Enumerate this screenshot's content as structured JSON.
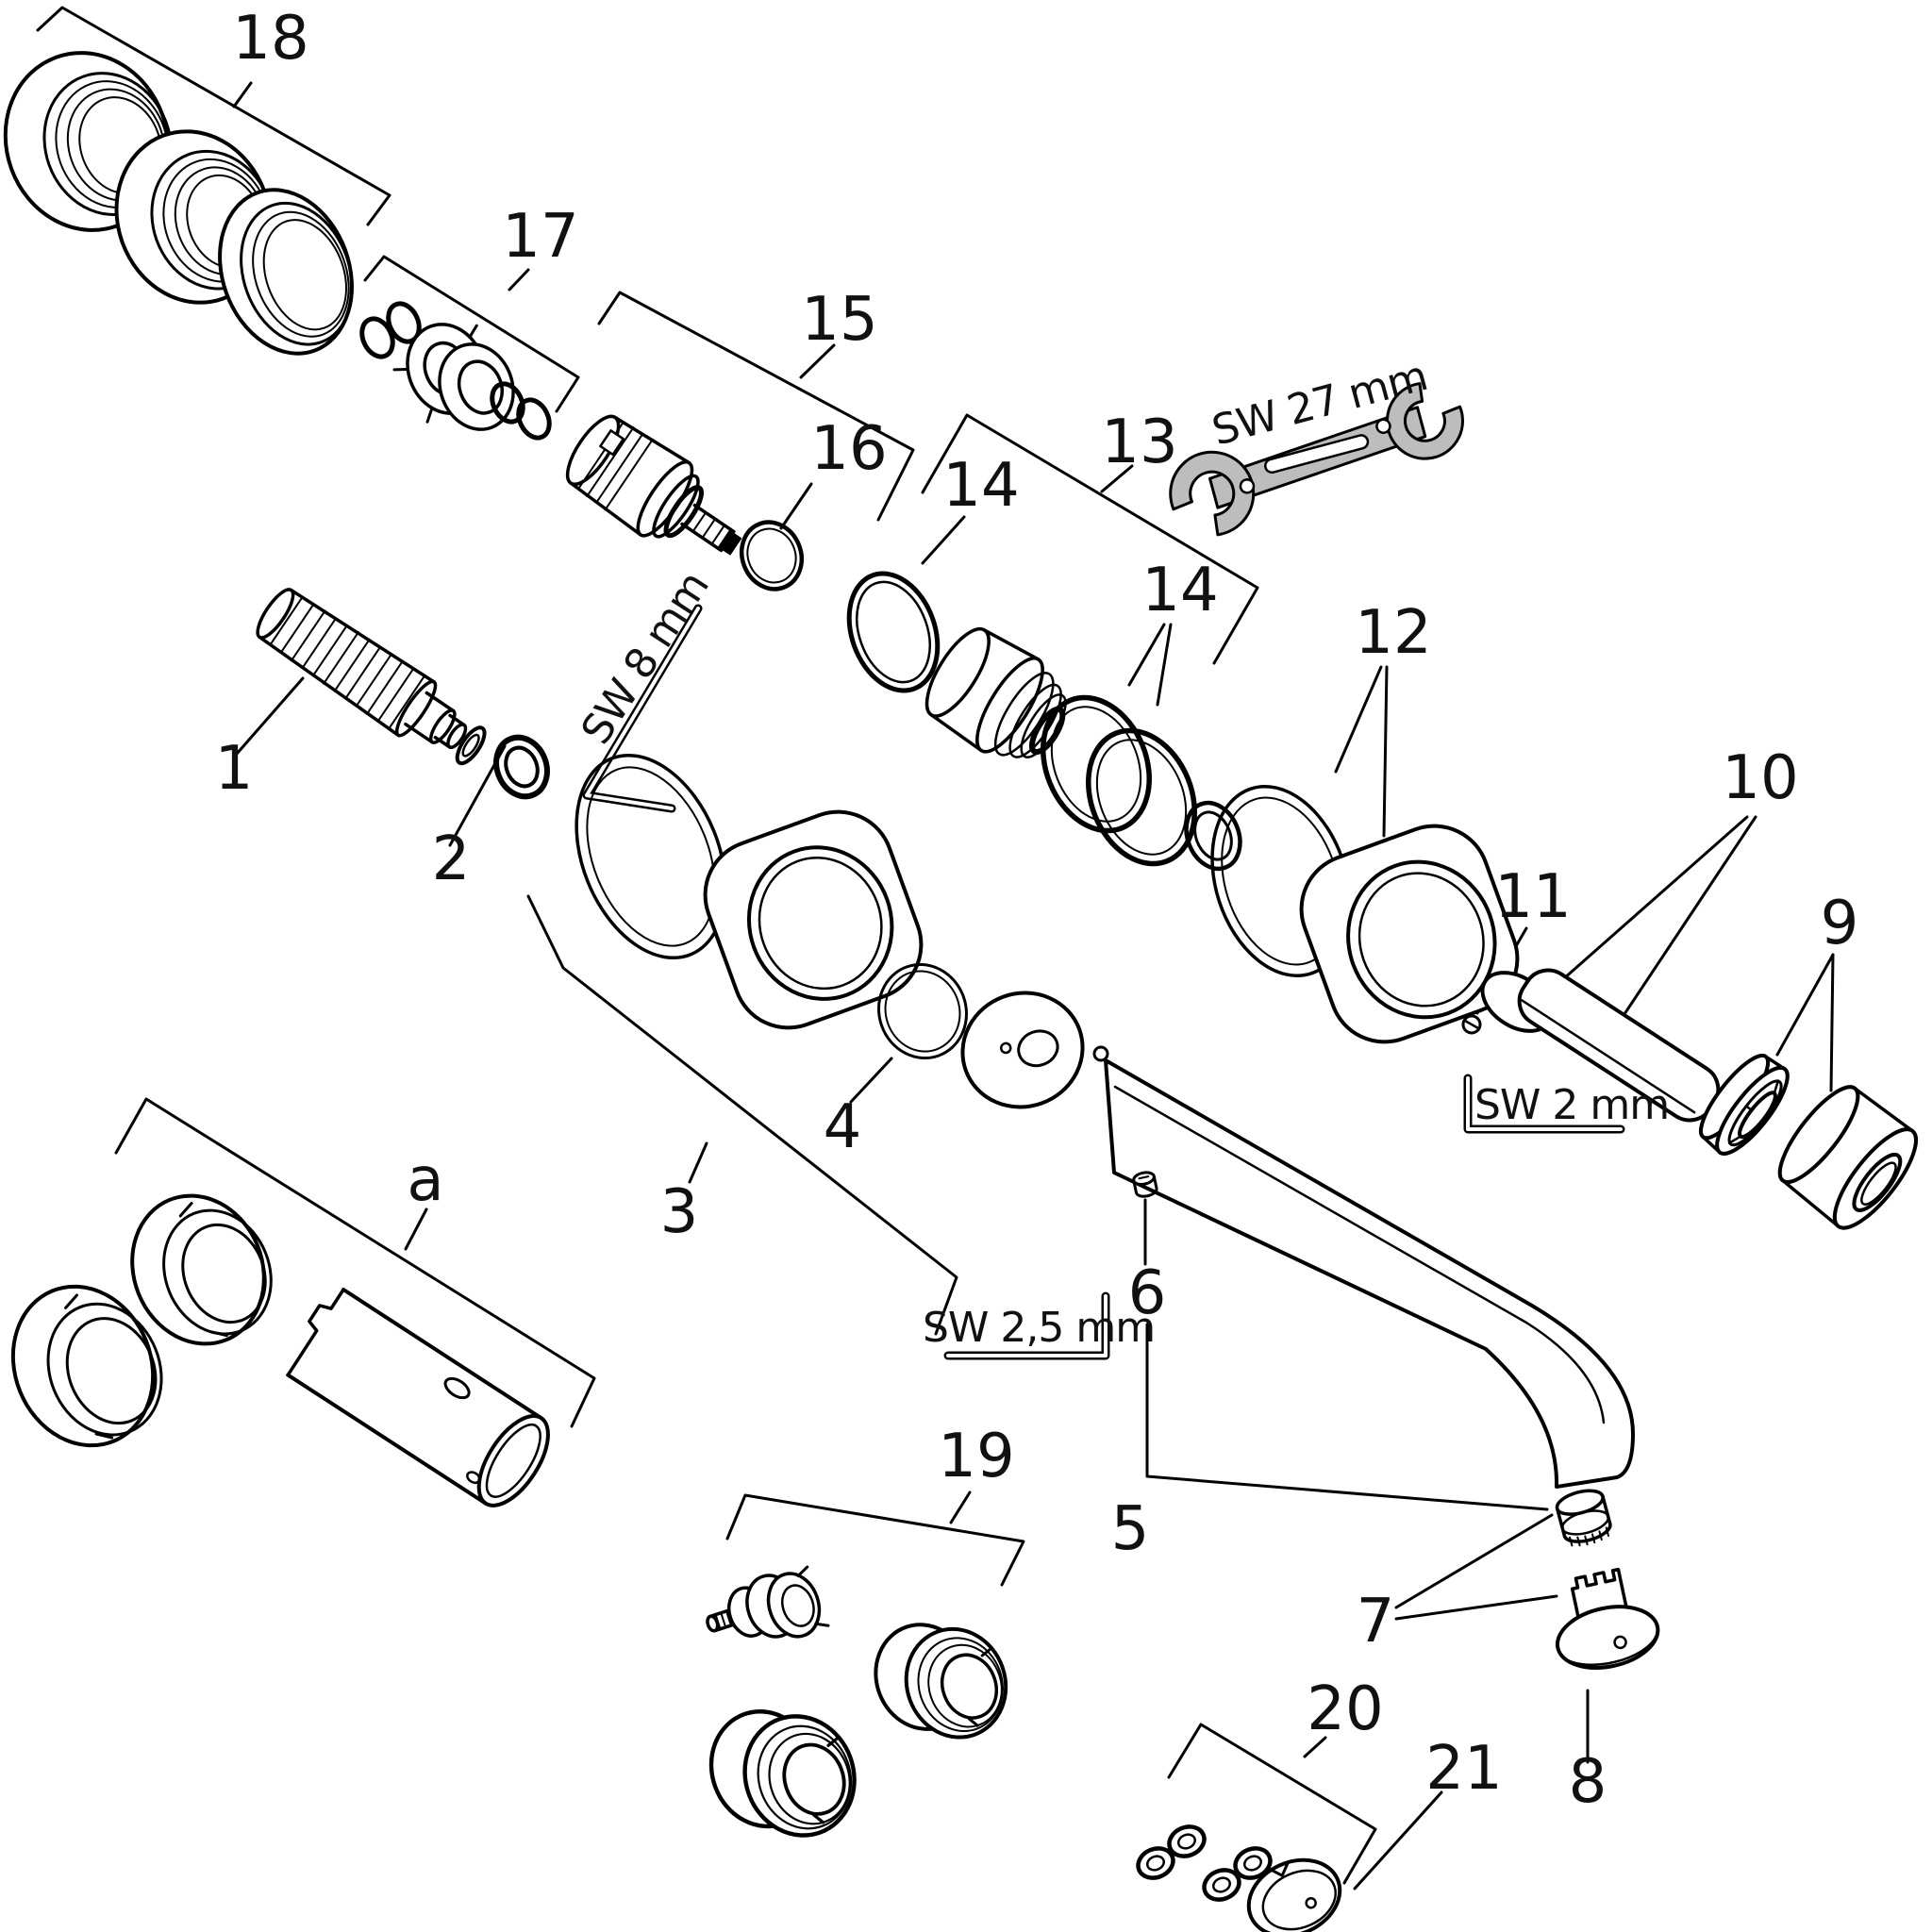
{
  "diagram": {
    "title": "faucet-exploded-parts-diagram",
    "colors": {
      "background": "#ffffff",
      "line": "#000000",
      "tool_fill": "#bdbdbd"
    },
    "labels": {
      "p1": "1",
      "p2": "2",
      "p3": "3",
      "p4": "4",
      "p5": "5",
      "p6": "6",
      "p7": "7",
      "p8": "8",
      "p9": "9",
      "p10": "10",
      "p11": "11",
      "p12": "12",
      "p13": "13",
      "p14": "14",
      "p15": "15",
      "p16": "16",
      "p17": "17",
      "p18": "18",
      "p19": "19",
      "p20": "20",
      "p21": "21",
      "pa": "a"
    },
    "tools": {
      "wrench_label": "SW 27 mm",
      "hex8_label": "SW 8 mm",
      "hex2_label": "SW 2 mm",
      "hex25_label": "SW 2,5 mm"
    }
  }
}
